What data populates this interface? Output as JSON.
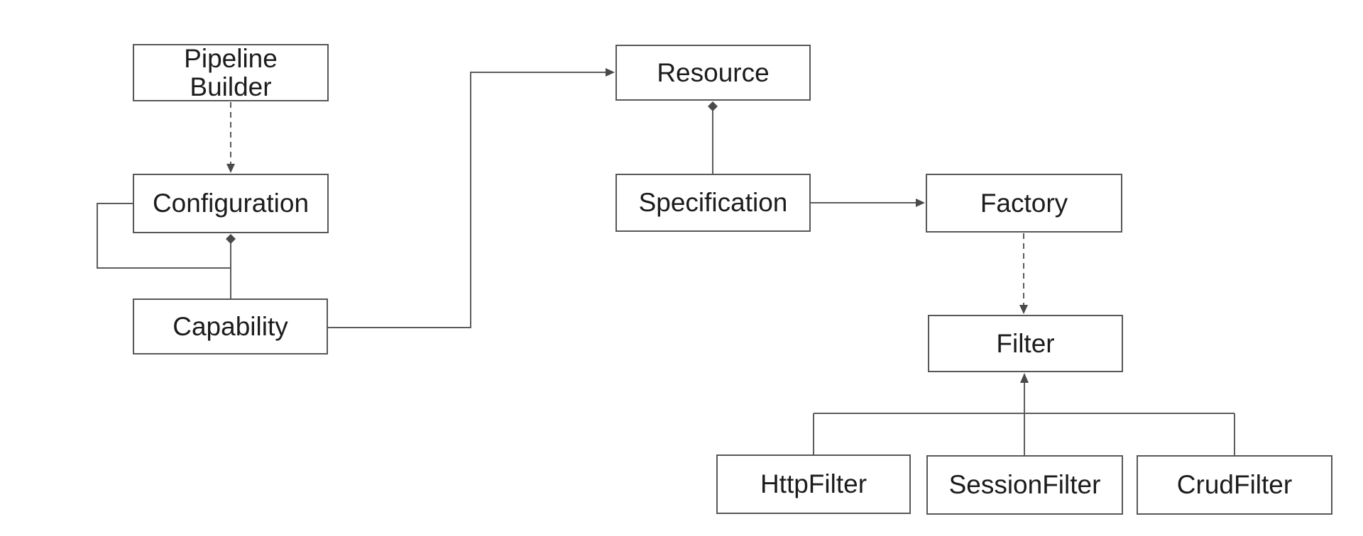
{
  "diagram": {
    "colors": {
      "background": "#ffffff",
      "node_border": "#575757",
      "node_fill": "#ffffff",
      "connector": "#5c5c5c",
      "arrowhead": "#4a4a4a",
      "text": "#1c1c1c"
    },
    "nodes": [
      {
        "id": "pipeline-builder",
        "label": "Pipeline\nBuilder"
      },
      {
        "id": "configuration",
        "label": "Configuration"
      },
      {
        "id": "capability",
        "label": "Capability"
      },
      {
        "id": "resource",
        "label": "Resource"
      },
      {
        "id": "specification",
        "label": "Specification"
      },
      {
        "id": "factory",
        "label": "Factory"
      },
      {
        "id": "filter",
        "label": "Filter"
      },
      {
        "id": "http-filter",
        "label": "HttpFilter"
      },
      {
        "id": "session-filter",
        "label": "SessionFilter"
      },
      {
        "id": "crud-filter",
        "label": "CrudFilter"
      }
    ],
    "edges": [
      {
        "from": "pipeline-builder",
        "to": "configuration",
        "style": "dashed",
        "head": "arrow"
      },
      {
        "from": "configuration",
        "to": "configuration",
        "style": "solid",
        "head": "none"
      },
      {
        "from": "capability",
        "to": "configuration",
        "style": "solid",
        "head": "diamond"
      },
      {
        "from": "specification",
        "to": "resource",
        "style": "solid",
        "head": "diamond"
      },
      {
        "from": "capability",
        "to": "resource",
        "style": "solid",
        "head": "arrow"
      },
      {
        "from": "specification",
        "to": "factory",
        "style": "solid",
        "head": "arrow"
      },
      {
        "from": "factory",
        "to": "filter",
        "style": "dashed",
        "head": "arrow"
      },
      {
        "from": "http-filter",
        "to": "filter",
        "style": "solid",
        "head": "arrow"
      },
      {
        "from": "session-filter",
        "to": "filter",
        "style": "solid",
        "head": "arrow"
      },
      {
        "from": "crud-filter",
        "to": "filter",
        "style": "solid",
        "head": "arrow"
      }
    ]
  }
}
